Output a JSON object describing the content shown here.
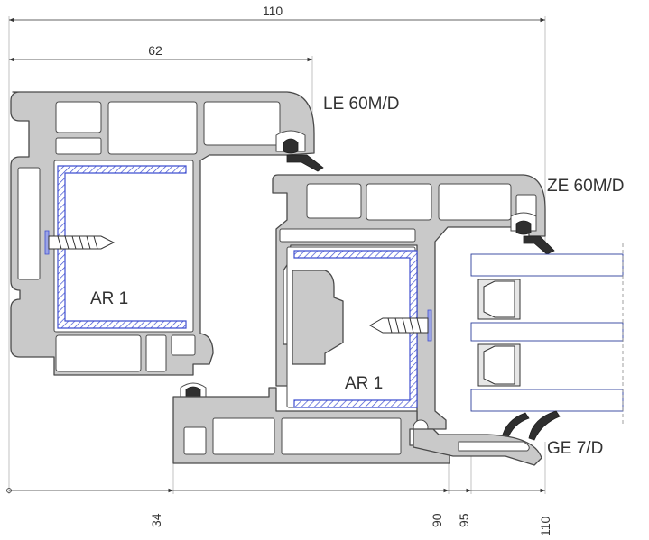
{
  "dimensions": {
    "top_total": "110",
    "top_sash": "62",
    "bottom_a": "34",
    "bottom_b": "90",
    "bottom_c": "95",
    "bottom_d": "110"
  },
  "labels": {
    "frame_profile": "LE 60M/D",
    "sash_profile": "ZE 60M/D",
    "reinforcement_frame": "AR 1",
    "reinforcement_sash": "AR 1",
    "glazing_gasket": "GE 7/D"
  },
  "colors": {
    "profile_fill": "#c9c9c9",
    "profile_stroke": "#4a4a4a",
    "reinforcement": "#3f4fd0",
    "gasket": "#2f2f2f",
    "glass": "#2d3f9b"
  }
}
